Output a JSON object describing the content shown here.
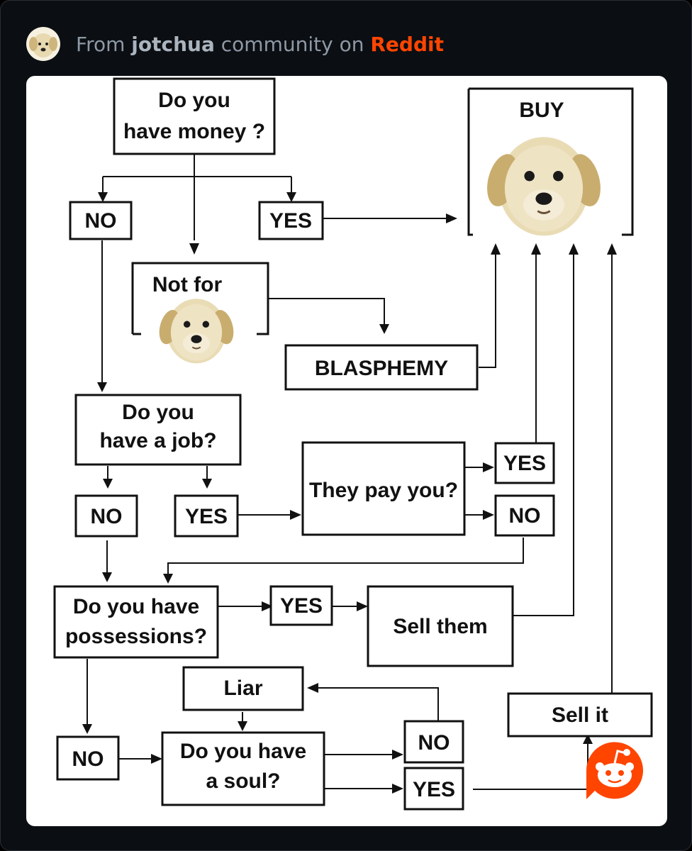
{
  "header": {
    "prefix": "From",
    "community": "jotchua",
    "middle": "community on",
    "site": "Reddit"
  },
  "colors": {
    "reddit_orange": "#ff4500",
    "muted_text": "#8e99a6",
    "card_bg": "#ffffff"
  },
  "icons": [
    "dog-avatar-icon",
    "dog-face-icon",
    "reddit-logo-icon"
  ],
  "flowchart": {
    "q_money": [
      "Do you",
      "have money ?"
    ],
    "buy": "BUY",
    "money_no": "NO",
    "money_yes": "YES",
    "not_for": "Not for",
    "blasphemy": "BLASPHEMY",
    "q_job": [
      "Do you",
      "have a job?"
    ],
    "job_no": "NO",
    "job_yes": "YES",
    "q_pay": "They pay you?",
    "pay_yes": "YES",
    "pay_no": "NO",
    "q_possessions": [
      "Do you have",
      "possessions?"
    ],
    "poss_yes": "YES",
    "sell_them": "Sell them",
    "liar": "Liar",
    "sell_it": "Sell it",
    "poss_no": "NO",
    "q_soul": [
      "Do you have",
      "a soul?"
    ],
    "soul_no": "NO",
    "soul_yes": "YES"
  }
}
